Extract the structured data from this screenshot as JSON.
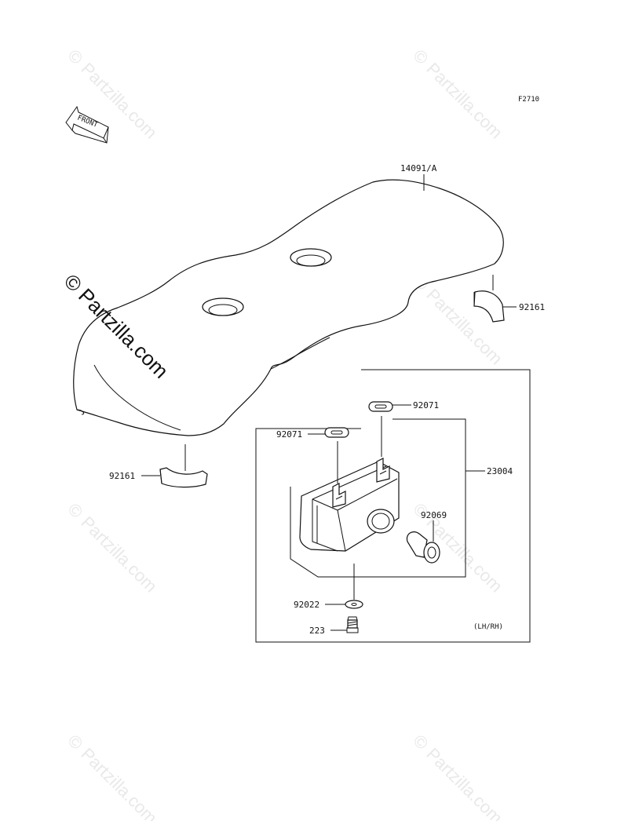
{
  "diagram_code": "F2710",
  "front_arrow_text": "FRONT",
  "watermark": {
    "symbol": "©",
    "text": "Partzilla.com"
  },
  "parts": {
    "seat_cover": "14091/A",
    "pad_right": "92161",
    "pad_left": "92161",
    "grommet_top": "92071",
    "grommet_left": "92071",
    "lamp_assembly": "23004",
    "bulb": "92069",
    "washer": "92022",
    "screw": "223"
  },
  "variant_note": "(LH/RH)"
}
